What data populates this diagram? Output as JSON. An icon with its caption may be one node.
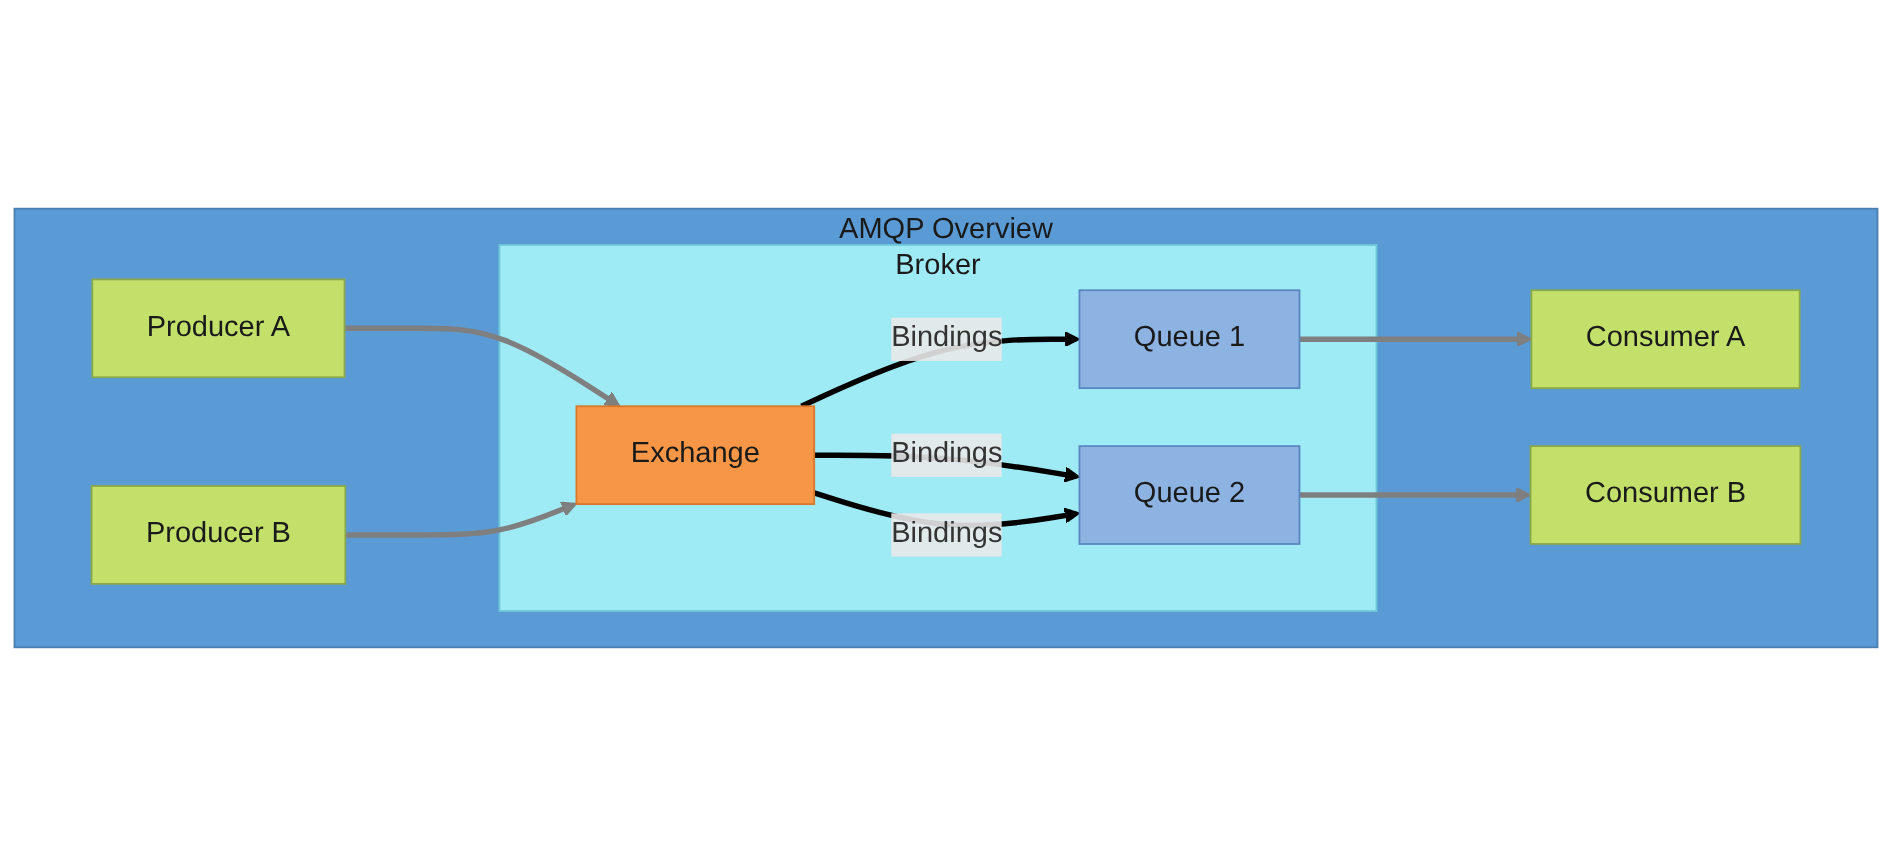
{
  "diagram": {
    "nodes": [
      {
        "text": [
          "AMQP Overview"
        ]
      },
      {
        "text": [
          "Producer A"
        ],
        "in": 0
      },
      {
        "text": [
          "Producer B"
        ],
        "in": 0
      },
      {
        "text": [
          "Broker"
        ],
        "in": 0
      },
      {
        "text": [
          "Exchange"
        ],
        "in": 3
      },
      {
        "text": [
          "Queue 1"
        ],
        "in": 3
      },
      {
        "text": [
          "Queue 2"
        ],
        "in": 3
      },
      {
        "text": [
          "Consumer A"
        ],
        "in": 0
      },
      {
        "text": [
          "Consumer B"
        ],
        "in": 0
      }
    ],
    "edges": [
      {
        "from": 1,
        "to": 4,
        "arrow": "to"
      },
      {
        "from": 2,
        "to": 4,
        "arrow": "to"
      },
      {
        "from": 4,
        "to": 5,
        "arrow": "to",
        "label": "Bindings",
        "color": "#000000"
      },
      {
        "from": 4,
        "to": 6,
        "arrow": "to",
        "label": "Bindings",
        "color": "#000000"
      },
      {
        "from": 4,
        "to": 6,
        "arrow": "to",
        "label": "Bindings",
        "color": "#000000"
      },
      {
        "from": 5,
        "to": 7,
        "arrow": "to"
      },
      {
        "from": 6,
        "to": 8,
        "arrow": "to"
      }
    ]
  }
}
